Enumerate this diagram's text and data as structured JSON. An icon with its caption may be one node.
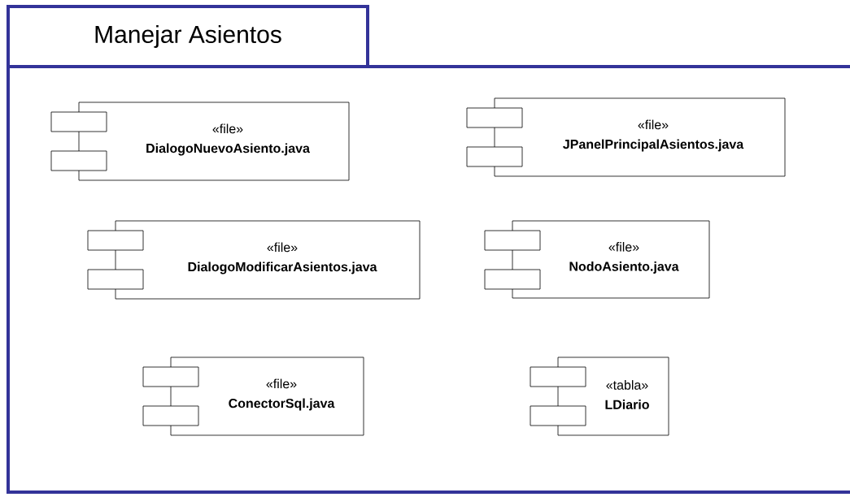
{
  "diagram": {
    "nodes": [
      {
        "text": [
          "Manejar Asientos"
        ]
      },
      {
        "text": [
          "«file»",
          "DialogoNuevoAsiento.java"
        ],
        "in": 0
      },
      {
        "text": [
          "«file»",
          "JPanelPrincipalAsientos.java"
        ],
        "in": 0
      },
      {
        "text": [
          "«file»",
          "DialogoModificarAsientos.java"
        ],
        "in": 0
      },
      {
        "text": [
          "«file»",
          "NodoAsiento.java"
        ],
        "in": 0
      },
      {
        "text": [
          "«file»",
          "ConectorSql.java"
        ],
        "in": 0
      },
      {
        "text": [
          "«tabla»",
          "LDiario"
        ],
        "in": 0
      }
    ]
  }
}
